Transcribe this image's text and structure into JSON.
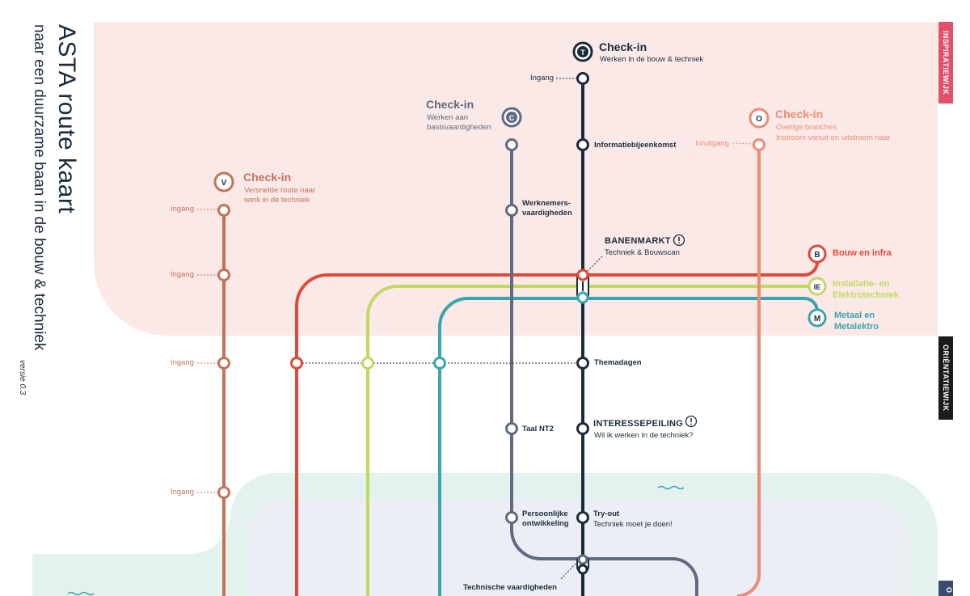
{
  "title": "ASTA route kaart",
  "subtitle": "naar een duurzame baan in de bouw & techniek",
  "version": "versie 0.3",
  "zones": {
    "inspiratie": "INSPIRATIEWIJK",
    "orientatie": "ORIËNTATIEWIJK",
    "partial": "O"
  },
  "colors": {
    "rail_T": "#1b2b3c",
    "rail_C": "#606a80",
    "rail_O": "#ea8c74",
    "rail_V": "#c0745a",
    "bouw": "#dd4a3a",
    "installatie": "#c3d862",
    "metaal": "#3aa5ad",
    "inspiratie_bg": "#fbe9e8",
    "lower_bg": "#e6f3f0",
    "lower_inner": "#eeeff7"
  },
  "checkins": {
    "T": {
      "badge": "T",
      "title": "Check-in",
      "desc": "Werken in de bouw & techniek"
    },
    "C": {
      "badge": "C",
      "title": "Check-in",
      "desc1": "Werken aan",
      "desc2": "basisvaardigheden"
    },
    "O": {
      "badge": "O",
      "title": "Check-in",
      "desc1": "Overige branches",
      "desc2": "Instroom vanuit en uitstroom naar"
    },
    "V": {
      "badge": "V",
      "title": "Check-in",
      "desc1": "Versnelde route naar",
      "desc2": "werk in de techniek"
    }
  },
  "lines": {
    "bouw": {
      "badge": "B",
      "label": "Bouw en infra"
    },
    "installatie": {
      "badge": "IE",
      "label1": "Installatie- en",
      "label2": "Elektrotechniek"
    },
    "metaal": {
      "badge": "M",
      "label1": "Metaal en",
      "label2": "Metalektro"
    }
  },
  "stations": {
    "ingang": "Ingang",
    "in_uitgang": "In/uitgang",
    "informatiebijeenkomst": "Informatiebijeenkomst",
    "werknemers1": "Werknemers-",
    "werknemers2": "vaardigheden",
    "banenmarkt": "BANENMARKT",
    "banenmarkt_sub": "Techniek & Bouwscan",
    "themadagen": "Themadagen",
    "taal": "Taal NT2",
    "interesse": "INTERESSEPEILING",
    "interesse_sub": "Wil ik werken in de techniek?",
    "persoonlijke1": "Persoonlijke",
    "persoonlijke2": "ontwikkeling",
    "tryout": "Try-out",
    "tryout_sub": "Techniek moet je doen!",
    "technische": "Technische vaardigheden"
  },
  "icons": {
    "alert": "alert-icon",
    "water": "water-icon"
  }
}
